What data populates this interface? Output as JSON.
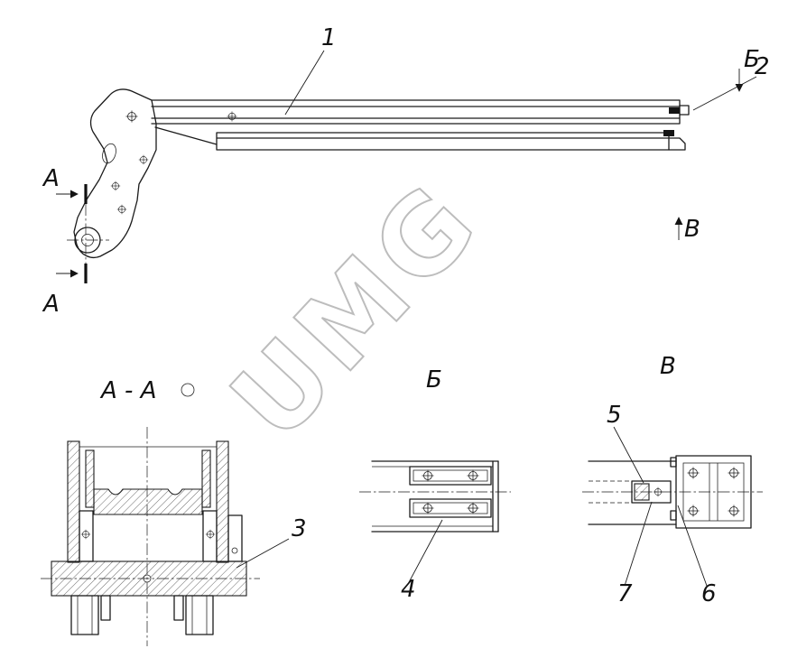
{
  "watermark": {
    "text": "UMG"
  },
  "main_view": {
    "label_1": "1",
    "label_2": "2",
    "section_mark_a_top": "А",
    "section_mark_a_bottom": "А",
    "view_arrow_b": "Б",
    "view_arrow_v": "В"
  },
  "section_aa": {
    "title": "А - А",
    "label_3": "3"
  },
  "view_b": {
    "title": "Б",
    "label_4": "4"
  },
  "view_v": {
    "title": "В",
    "label_5": "5",
    "label_6": "6",
    "label_7": "7"
  }
}
